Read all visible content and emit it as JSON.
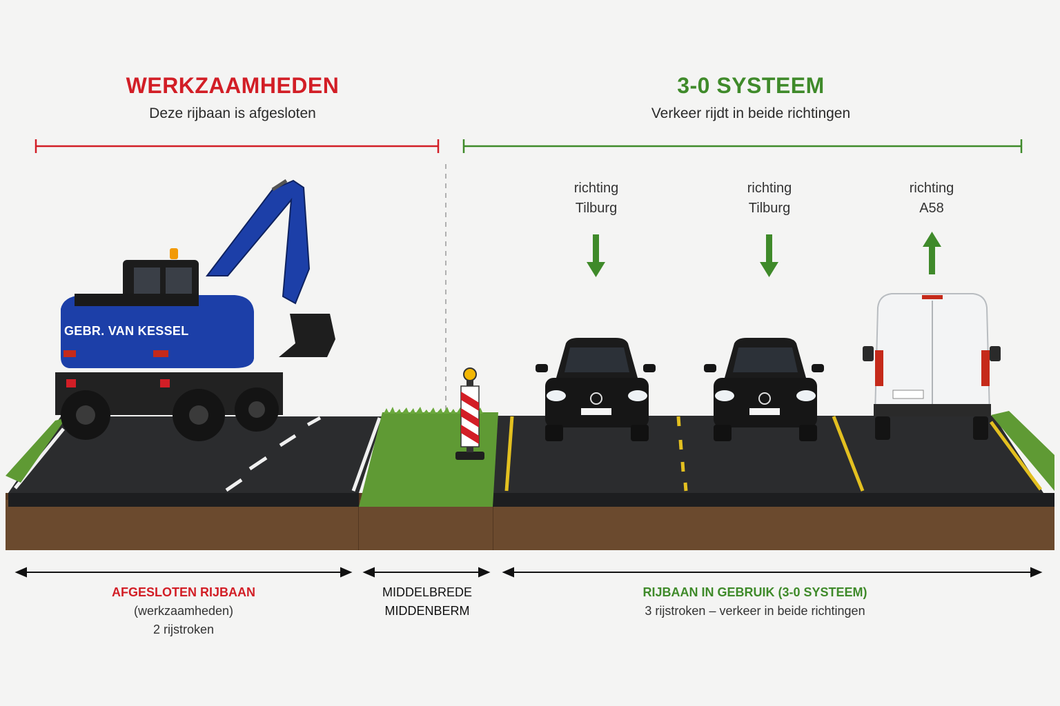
{
  "left_section": {
    "title": "WERKZAAMHEDEN",
    "subtitle": "Deze rijbaan is afgesloten",
    "color": "#d21e26",
    "excavator_label": "GEBR. VAN KESSEL"
  },
  "right_section": {
    "title": "3-0 SYSTEEM",
    "subtitle": "Verkeer rijdt in beide richtingen",
    "color": "#3f8a2a",
    "directions": [
      {
        "word": "richting",
        "place": "Tilburg",
        "arrow": "down-arrow-icon"
      },
      {
        "word": "richting",
        "place": "Tilburg",
        "arrow": "down-arrow-icon"
      },
      {
        "word": "richting",
        "place": "A58",
        "arrow": "up-arrow-icon"
      }
    ]
  },
  "footer": {
    "closed": {
      "title": "AFGESLOTEN RIJBAAN",
      "line1": "(werkzaamheden)",
      "line2": "2 rijstroken"
    },
    "median": {
      "line1": "MIDDELBREDE",
      "line2": "MIDDENBERM"
    },
    "in_use": {
      "title": "RIJBAAN IN GEBRUIK (3-0 SYSTEEM)",
      "line1": "3 rijstroken – verkeer in beide richtingen"
    }
  },
  "colors": {
    "red": "#d21e26",
    "green": "#3f8a2a",
    "asphalt": "#2b2c2e",
    "grass": "#5f9a34",
    "soil": "#6b4a2e",
    "yellow_marking": "#e3c020",
    "excavator_blue": "#1c3fa8"
  }
}
